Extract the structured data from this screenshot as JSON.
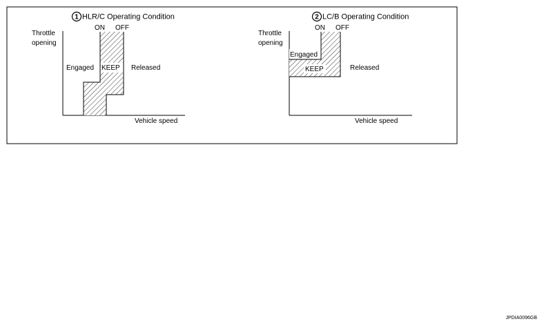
{
  "panel1": {
    "number": "1",
    "title": "HLR/C Operating Condition",
    "on_label": "ON",
    "off_label": "OFF",
    "y_label_line1": "Throttle",
    "y_label_line2": "opening",
    "engaged_label": "Engaged",
    "keep_label": "KEEP",
    "released_label": "Released",
    "x_label": "Vehicle speed"
  },
  "panel2": {
    "number": "2",
    "title": "LC/B Operating Condition",
    "on_label": "ON",
    "off_label": "OFF",
    "y_label_line1": "Throttle",
    "y_label_line2": "opening",
    "engaged_label": "Engaged",
    "keep_label": "KEEP",
    "released_label": "Released",
    "x_label": "Vehicle speed"
  },
  "figure_code": "JPDIA0096GB",
  "colors": {
    "line": "#000000",
    "background": "#ffffff"
  }
}
